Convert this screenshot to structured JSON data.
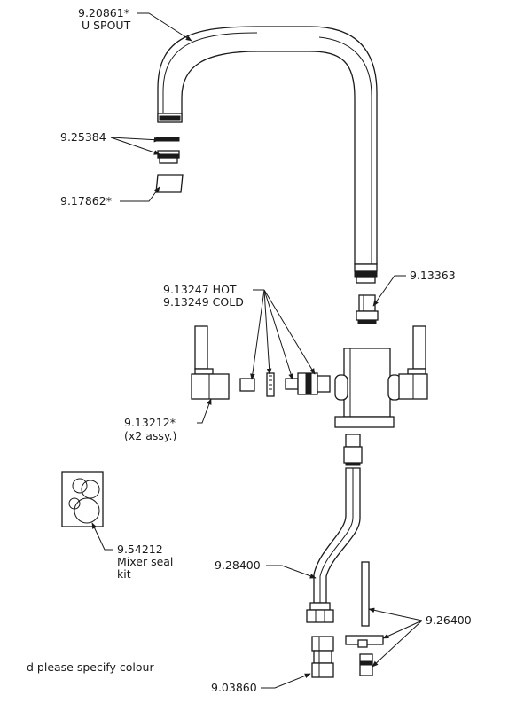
{
  "diagram": {
    "labels": {
      "spout_code": "9.20861*",
      "spout_name": "U SPOUT",
      "aerator": "9.25384",
      "aerator_housing": "9.17862*",
      "connector": "9.13363",
      "cartridge_hot": "9.13247 HOT",
      "cartridge_cold": "9.13249 COLD",
      "handle_code": "9.13212*",
      "handle_qty": "(x2 assy.)",
      "seal_kit_code": "9.54212",
      "seal_kit_name1": "Mixer seal",
      "seal_kit_name2": "kit",
      "hose": "9.28400",
      "fixing_kit": "9.26400",
      "adaptor": "9.03860",
      "footnote": "d please specify colour"
    }
  }
}
